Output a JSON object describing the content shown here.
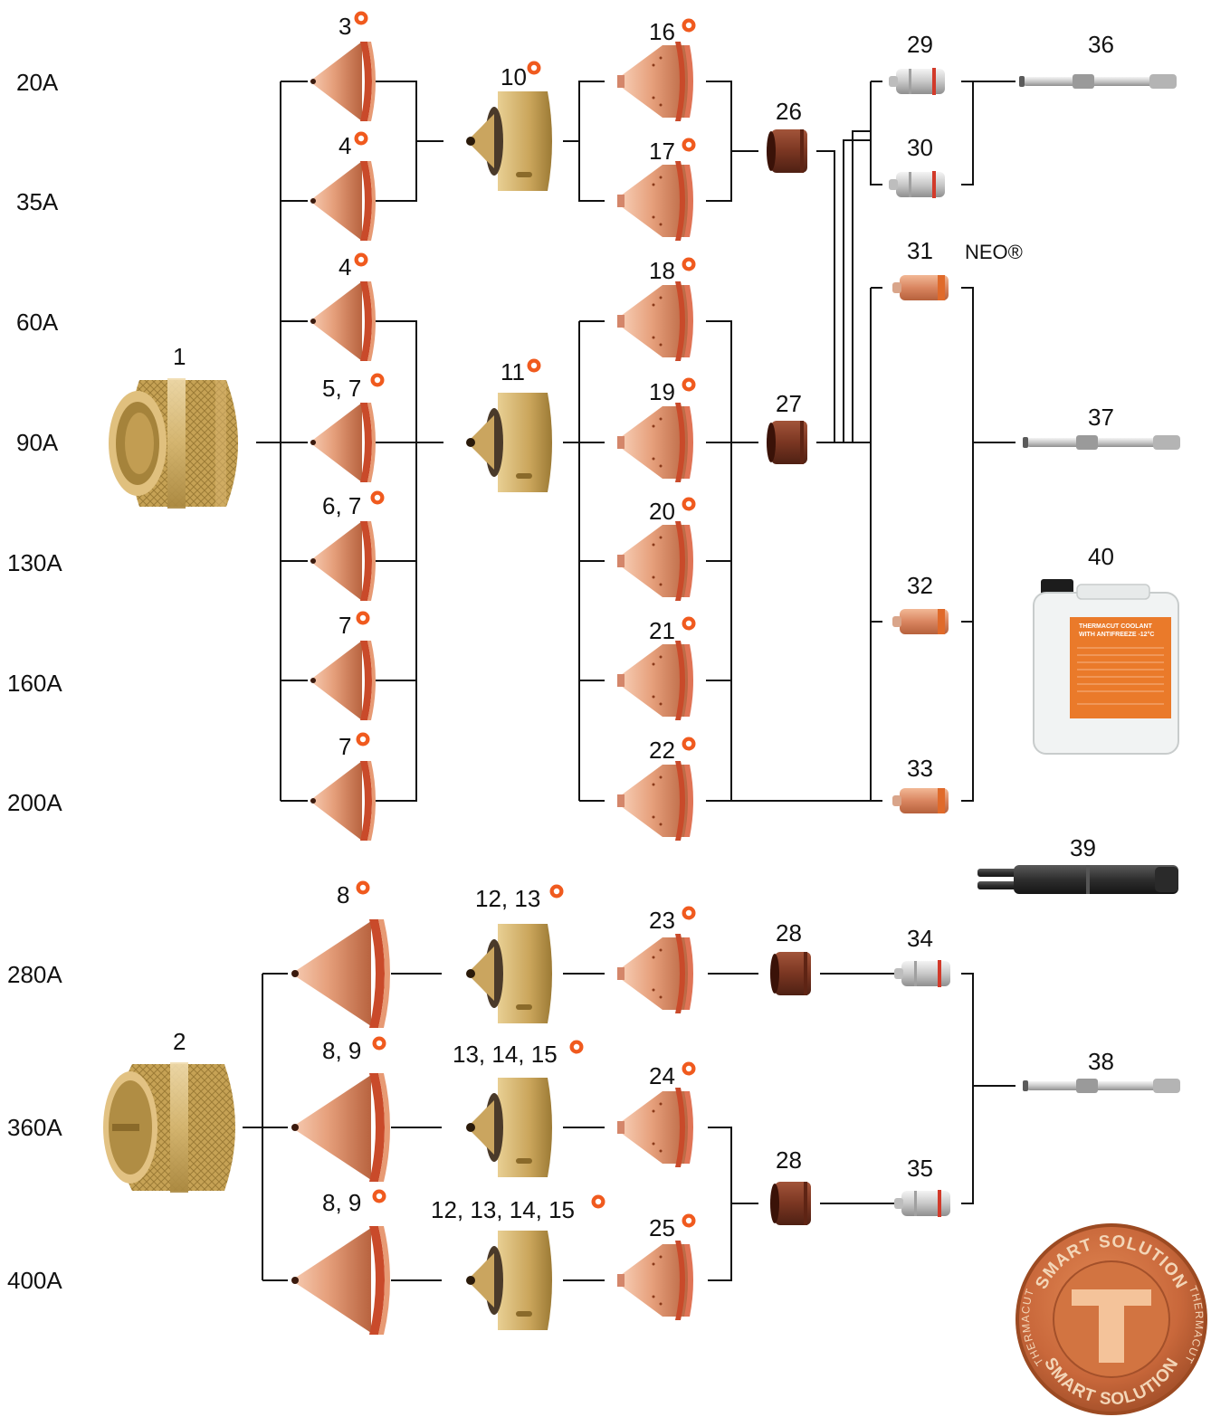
{
  "amperages": [
    "20A",
    "35A",
    "60A",
    "90A",
    "130A",
    "160A",
    "200A",
    "280A",
    "360A",
    "400A"
  ],
  "retaining_caps": {
    "rc1": "1",
    "rc2": "2"
  },
  "shield_caps": {
    "s3": "3",
    "s4a": "4",
    "s4b": "4",
    "s57": "5, 7",
    "s67": "6, 7",
    "s7a": "7",
    "s7b": "7",
    "s8": "8",
    "s89a": "8, 9",
    "s89b": "8, 9"
  },
  "shield_retainers": {
    "r10": "10",
    "r11": "11",
    "r1213": "12, 13",
    "r131415": "13, 14, 15",
    "r12131415": "12, 13, 14, 15"
  },
  "nozzles": {
    "n16": "16",
    "n17": "17",
    "n18": "18",
    "n19": "19",
    "n20": "20",
    "n21": "21",
    "n22": "22",
    "n23": "23",
    "n24": "24",
    "n25": "25"
  },
  "swirl_rings": {
    "sw26": "26",
    "sw27": "27",
    "sw28a": "28",
    "sw28b": "28"
  },
  "electrodes": {
    "e29": "29",
    "e30": "30",
    "e31": "31",
    "e32": "32",
    "e33": "33",
    "e34": "34",
    "e35": "35"
  },
  "neo_label": "NEO®",
  "tubes": {
    "t36": "36",
    "t37": "37",
    "t38": "38",
    "t39": "39"
  },
  "coolant": {
    "number": "40",
    "label_title": "THERMACUT COOLANT",
    "label_sub": "WITH ANTIFREEZE -12°C"
  },
  "badge": {
    "top": "SMART SOLUTION",
    "bottom": "SMART SOLUTION",
    "left": "THERMACUT",
    "right": "THERMACUT"
  },
  "colors": {
    "copper": "#d98d6a",
    "brass": "#c9a45a",
    "badge_orange": "#e87a2a",
    "marker": "#f05a1e"
  },
  "marker_icon": "orange-circle-marker-icon"
}
